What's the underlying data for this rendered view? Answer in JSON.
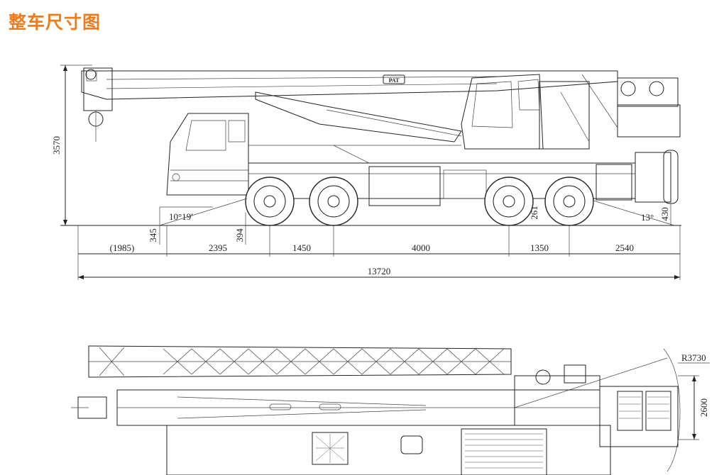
{
  "title": "整车尺寸图",
  "side_view": {
    "overall_height": "3570",
    "segments": [
      "(1985)",
      "2395",
      "1450",
      "4000",
      "1350",
      "2540"
    ],
    "overall_length": "13720",
    "front_overhang_height": "345",
    "front_axle_clearance": "394",
    "approach_angle": "10°19′",
    "departure_angle": "13°",
    "mid_clearance": "261",
    "rear_clearance": "430",
    "boom_label": "PAT"
  },
  "top_view": {
    "turning_radius": "R3730",
    "overall_width": "2600"
  }
}
